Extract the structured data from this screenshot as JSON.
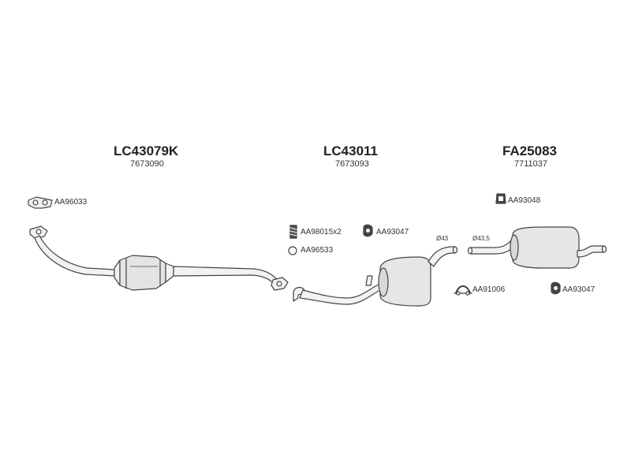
{
  "sections": [
    {
      "code": "LC43079K",
      "number": "7673090"
    },
    {
      "code": "LC43011",
      "number": "7673093"
    },
    {
      "code": "FA25083",
      "number": "7711037"
    }
  ],
  "parts": {
    "flange_gasket": "AA96033",
    "spring_bolt": "AA98015x2",
    "ring_gasket": "AA96533",
    "rubber_mount_mid": "AA93047",
    "clamp_top": "AA93048",
    "clamp_bottom": "AA91006",
    "rubber_mount_rear": "AA93047"
  },
  "dimensions": {
    "mid_diameter": "Ø43",
    "rear_diameter": "Ø43,5"
  }
}
